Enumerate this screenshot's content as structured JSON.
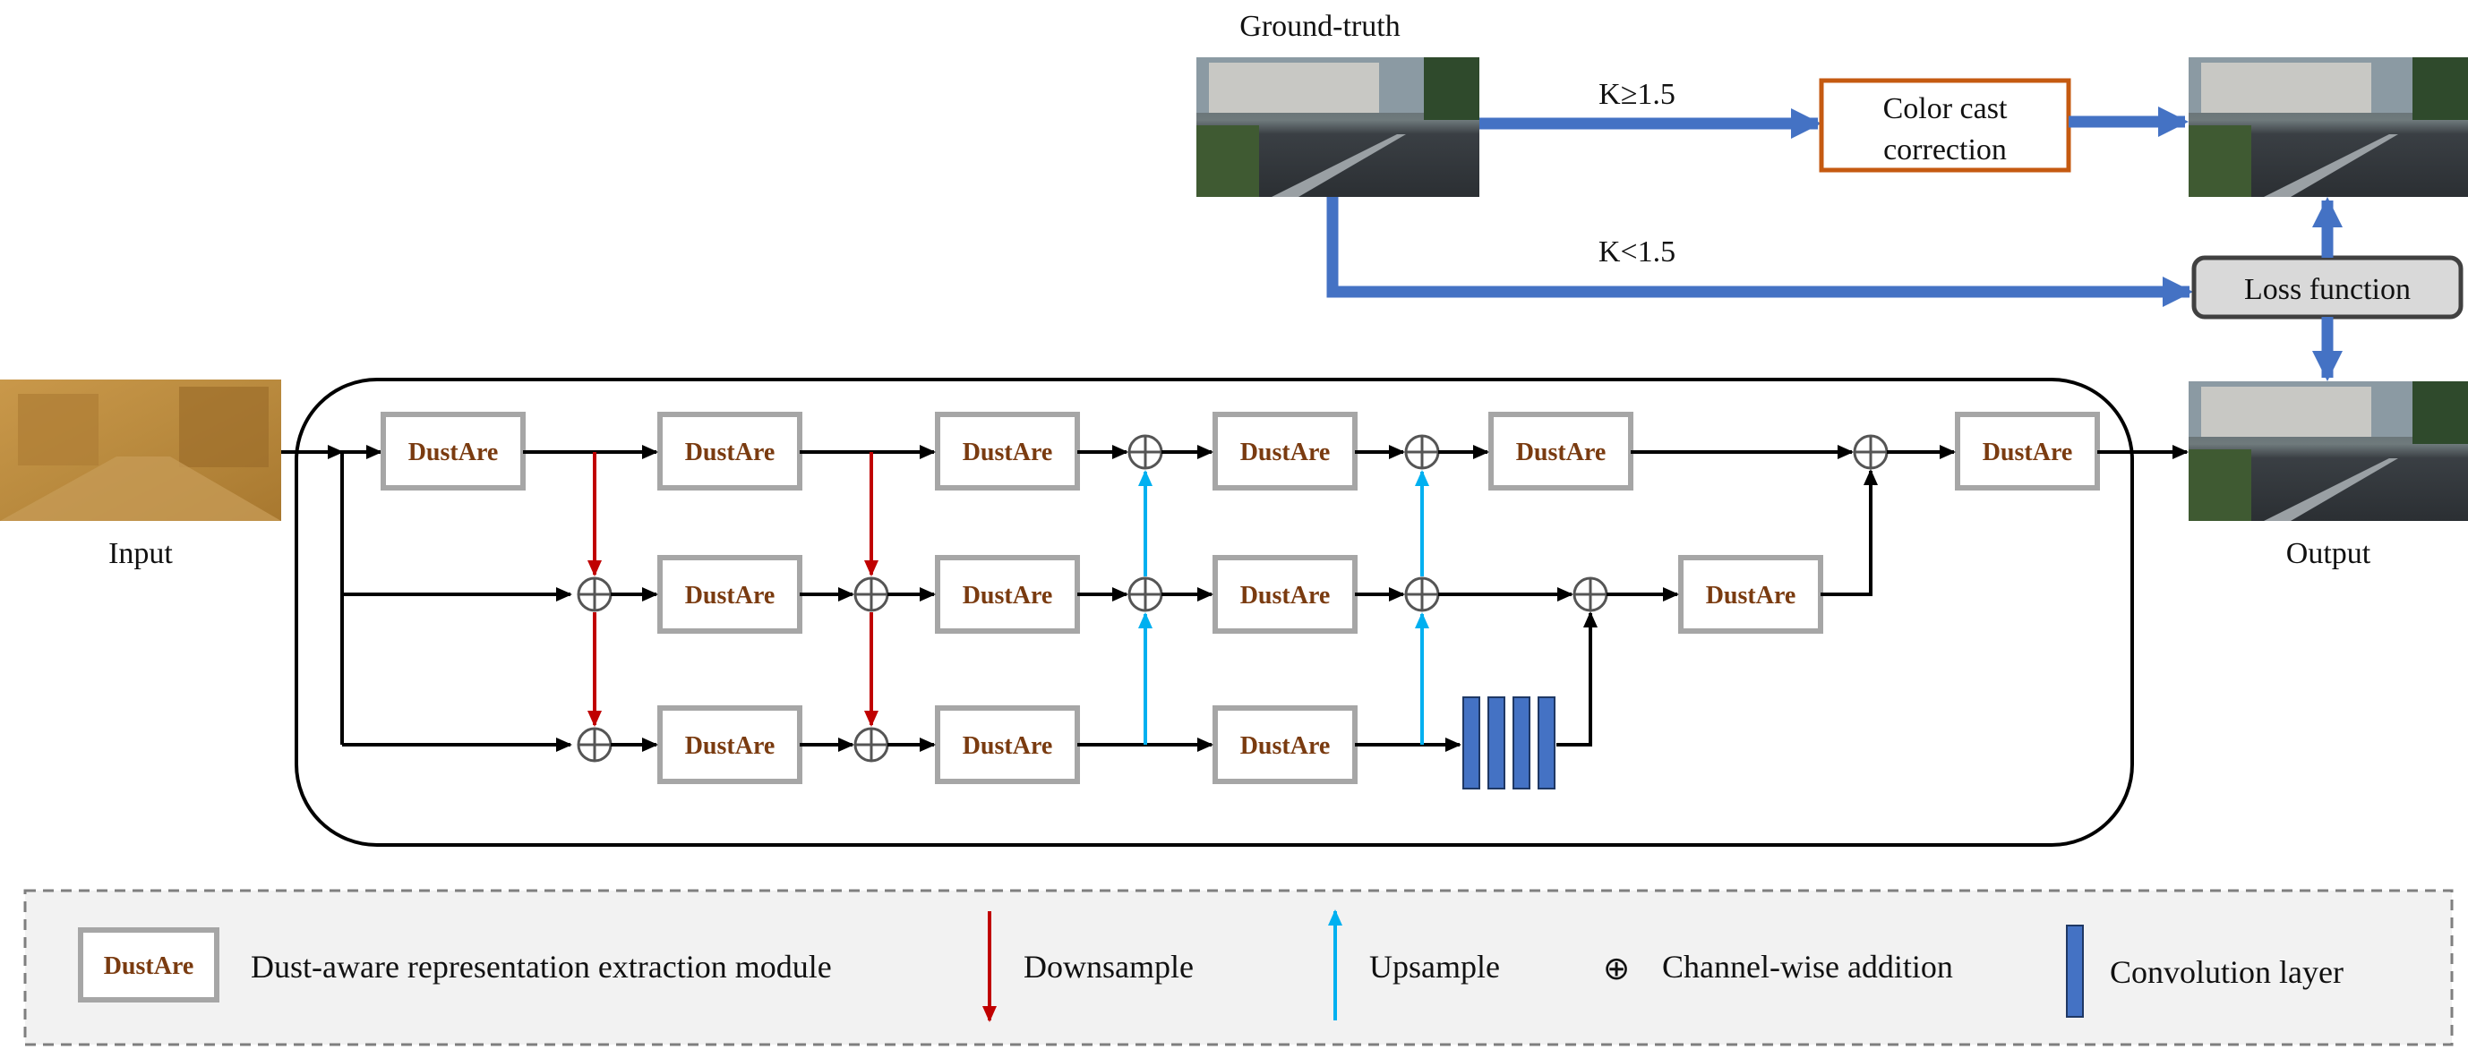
{
  "images": {
    "ground_truth_label": "Ground-truth",
    "input_label": "Input",
    "output_label": "Output"
  },
  "top": {
    "k_ge_label": "K≥1.5",
    "k_lt_label": "K<1.5",
    "color_cast_line1": "Color cast",
    "color_cast_line2": "correction",
    "loss_label": "Loss function"
  },
  "module_label": "DustAre",
  "legend": {
    "module_desc": "Dust-aware representation extraction module",
    "downsample": "Downsample",
    "upsample": "Upsample",
    "addition_symbol": "⊕",
    "addition": "Channel-wise addition",
    "conv": "Convolution layer"
  },
  "colors": {
    "blue_arrow": "#4472c4",
    "red_arrow": "#c00000",
    "cyan_arrow": "#00b0f0",
    "module_border": "#a6a6a6",
    "module_text": "#7a3b10",
    "color_cast_border": "#c55a11",
    "conv_fill": "#4472c4",
    "loss_fill": "#d9d9d9",
    "legend_fill": "#f2f2f2"
  }
}
